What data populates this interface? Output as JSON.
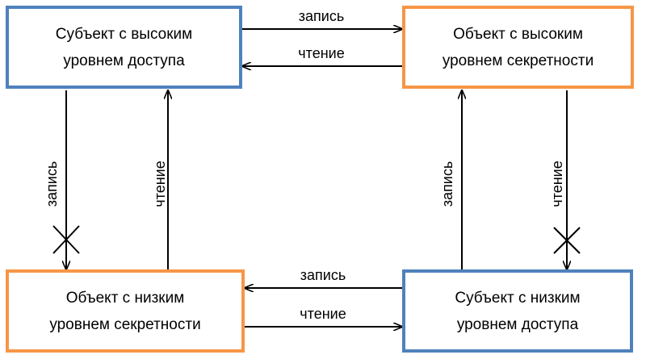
{
  "colors": {
    "subject_border": "#4f81bd",
    "object_border": "#f79646",
    "arrow": "#000000"
  },
  "nodes": {
    "high_subject": {
      "line1": "Субъект с высоким",
      "line2": "уровнем доступа"
    },
    "high_object": {
      "line1": "Объект с высоким",
      "line2": "уровнем секретности"
    },
    "low_object": {
      "line1": "Объект с низким",
      "line2": "уровнем секретности"
    },
    "low_subject": {
      "line1": "Субъект с низким",
      "line2": "уровнем доступа"
    }
  },
  "edges": {
    "top_write": {
      "label": "запись",
      "allowed": true
    },
    "top_read": {
      "label": "чтение",
      "allowed": true
    },
    "left_write": {
      "label": "запись",
      "allowed": false
    },
    "left_read": {
      "label": "чтение",
      "allowed": true
    },
    "right_write": {
      "label": "запись",
      "allowed": true
    },
    "right_read": {
      "label": "чтение",
      "allowed": false
    },
    "bottom_write": {
      "label": "запись",
      "allowed": true
    },
    "bottom_read": {
      "label": "чтение",
      "allowed": true
    }
  }
}
